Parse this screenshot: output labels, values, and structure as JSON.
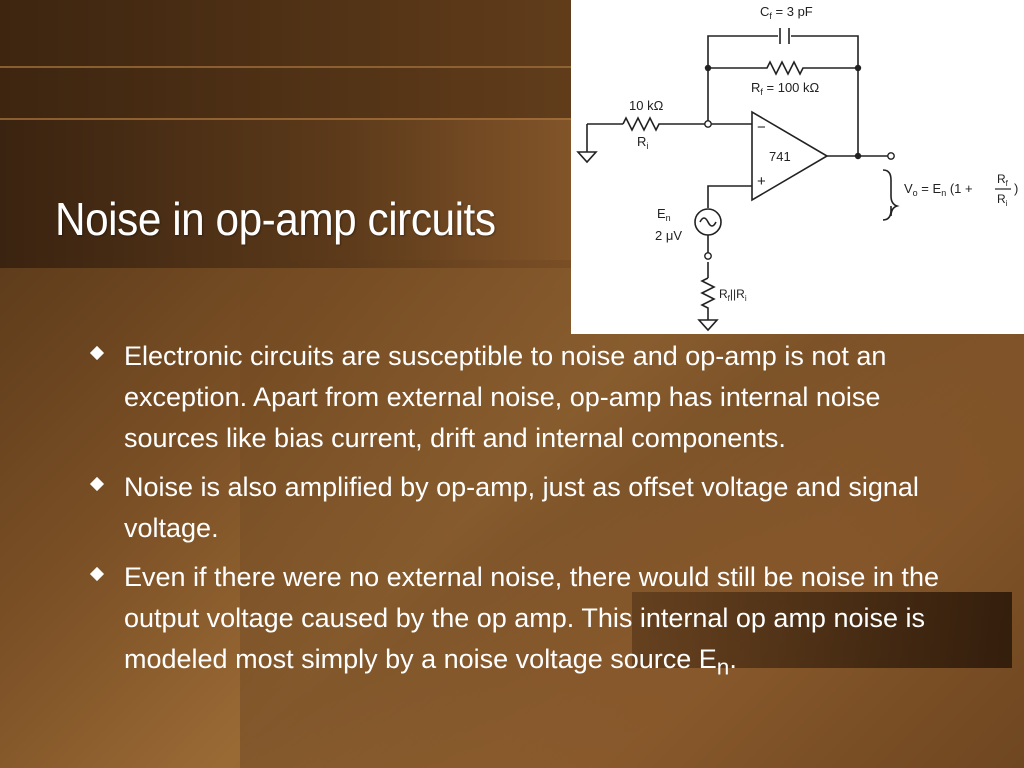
{
  "slide": {
    "title": "Noise in op-amp circuits",
    "colors": {
      "background_dark": "#4a2e14",
      "background_mid": "#9a6a35",
      "text": "#ffffff",
      "figure_background": "#ffffff"
    }
  },
  "figure": {
    "cf_label": "C",
    "cf_sub": "f",
    "cf_value": " = 3 pF",
    "rf_label": "R",
    "rf_sub": "f",
    "rf_value": " = 100 kΩ",
    "ri_value": "10 kΩ",
    "ri_label": "R",
    "ri_sub": "i",
    "amp_label": "741",
    "minus_sign": "−",
    "plus_sign": "+",
    "en_label": "E",
    "en_sub": "n",
    "en_value": "2 μV",
    "rpar_label": "R",
    "rpar_sub1": "f",
    "rpar_mid": "||R",
    "rpar_sub2": "i",
    "vo_label": "V",
    "vo_sub": "o",
    "vo_eq": " = E",
    "vo_en_sub": "n",
    "vo_paren": " (1 + ",
    "frac_num": "R",
    "frac_num_sub": "f",
    "frac_den": "R",
    "frac_den_sub": "i",
    "close_paren": ")"
  },
  "bullets": [
    {
      "text": "Electronic circuits are susceptible to noise and op-amp is not an exception.  Apart from external noise, op-amp has internal noise sources like bias current, drift and internal components."
    },
    {
      "text": "Noise is also amplified by op-amp, just as offset voltage and signal voltage."
    },
    {
      "text": "Even if there were no external noise, there would still be noise in the output voltage caused by the op amp.  This internal op amp noise is modeled most simply by a noise voltage source E",
      "sub": "n",
      "end": "."
    }
  ]
}
